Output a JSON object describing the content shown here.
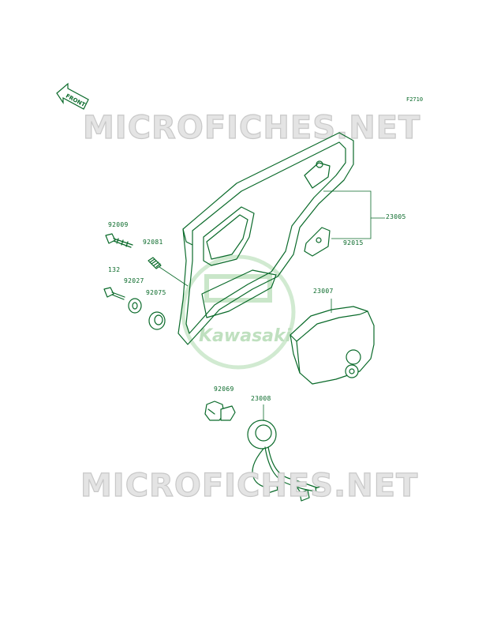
{
  "ref_code": "F2710",
  "front_label": "FRONT",
  "watermark": "MICROFICHES.NET",
  "logo_text": "Kawasaki",
  "parts": {
    "p23005": "23005",
    "p92015": "92015",
    "p92009": "92009",
    "p92081": "92081",
    "p132": "132",
    "p92027": "92027",
    "p92075": "92075",
    "p23007": "23007",
    "p92069": "92069",
    "p23008": "23008"
  },
  "colors": {
    "line": "#0a6a2a",
    "watermark": "#c8c8c8",
    "logo": "#c9e6c9"
  }
}
